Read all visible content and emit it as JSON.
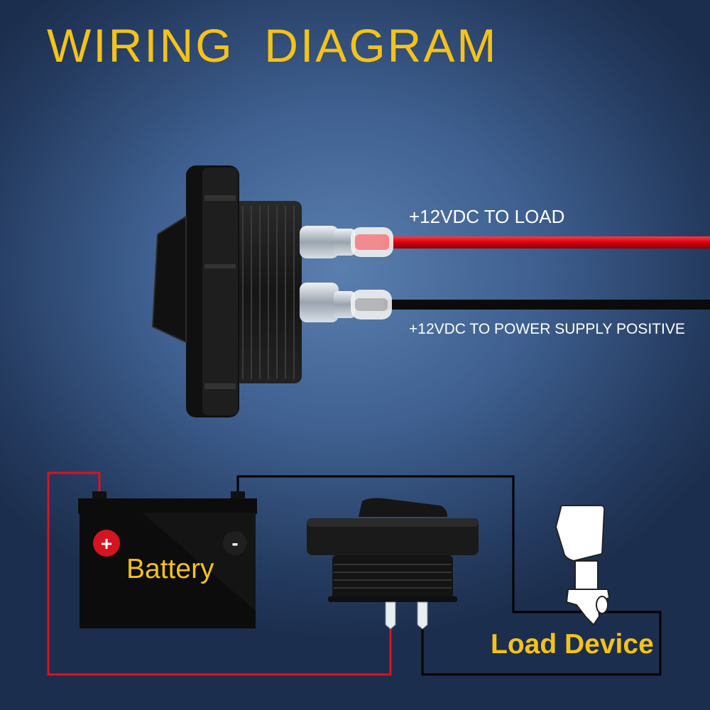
{
  "title": "WIRING  DIAGRAM",
  "wires": {
    "load_label": "+12VDC TO LOAD",
    "supply_label": "+12VDC TO POWER SUPPLY POSITIVE"
  },
  "battery": {
    "label": "Battery",
    "positive_symbol": "+",
    "negative_symbol": "-"
  },
  "load": {
    "label": "Load Device",
    "icon": "outboard-motor-icon"
  },
  "colors": {
    "title": "#f4c21a",
    "positive_wire": "#e01020",
    "negative_wire": "#000000",
    "background": "#3e5f8f"
  }
}
